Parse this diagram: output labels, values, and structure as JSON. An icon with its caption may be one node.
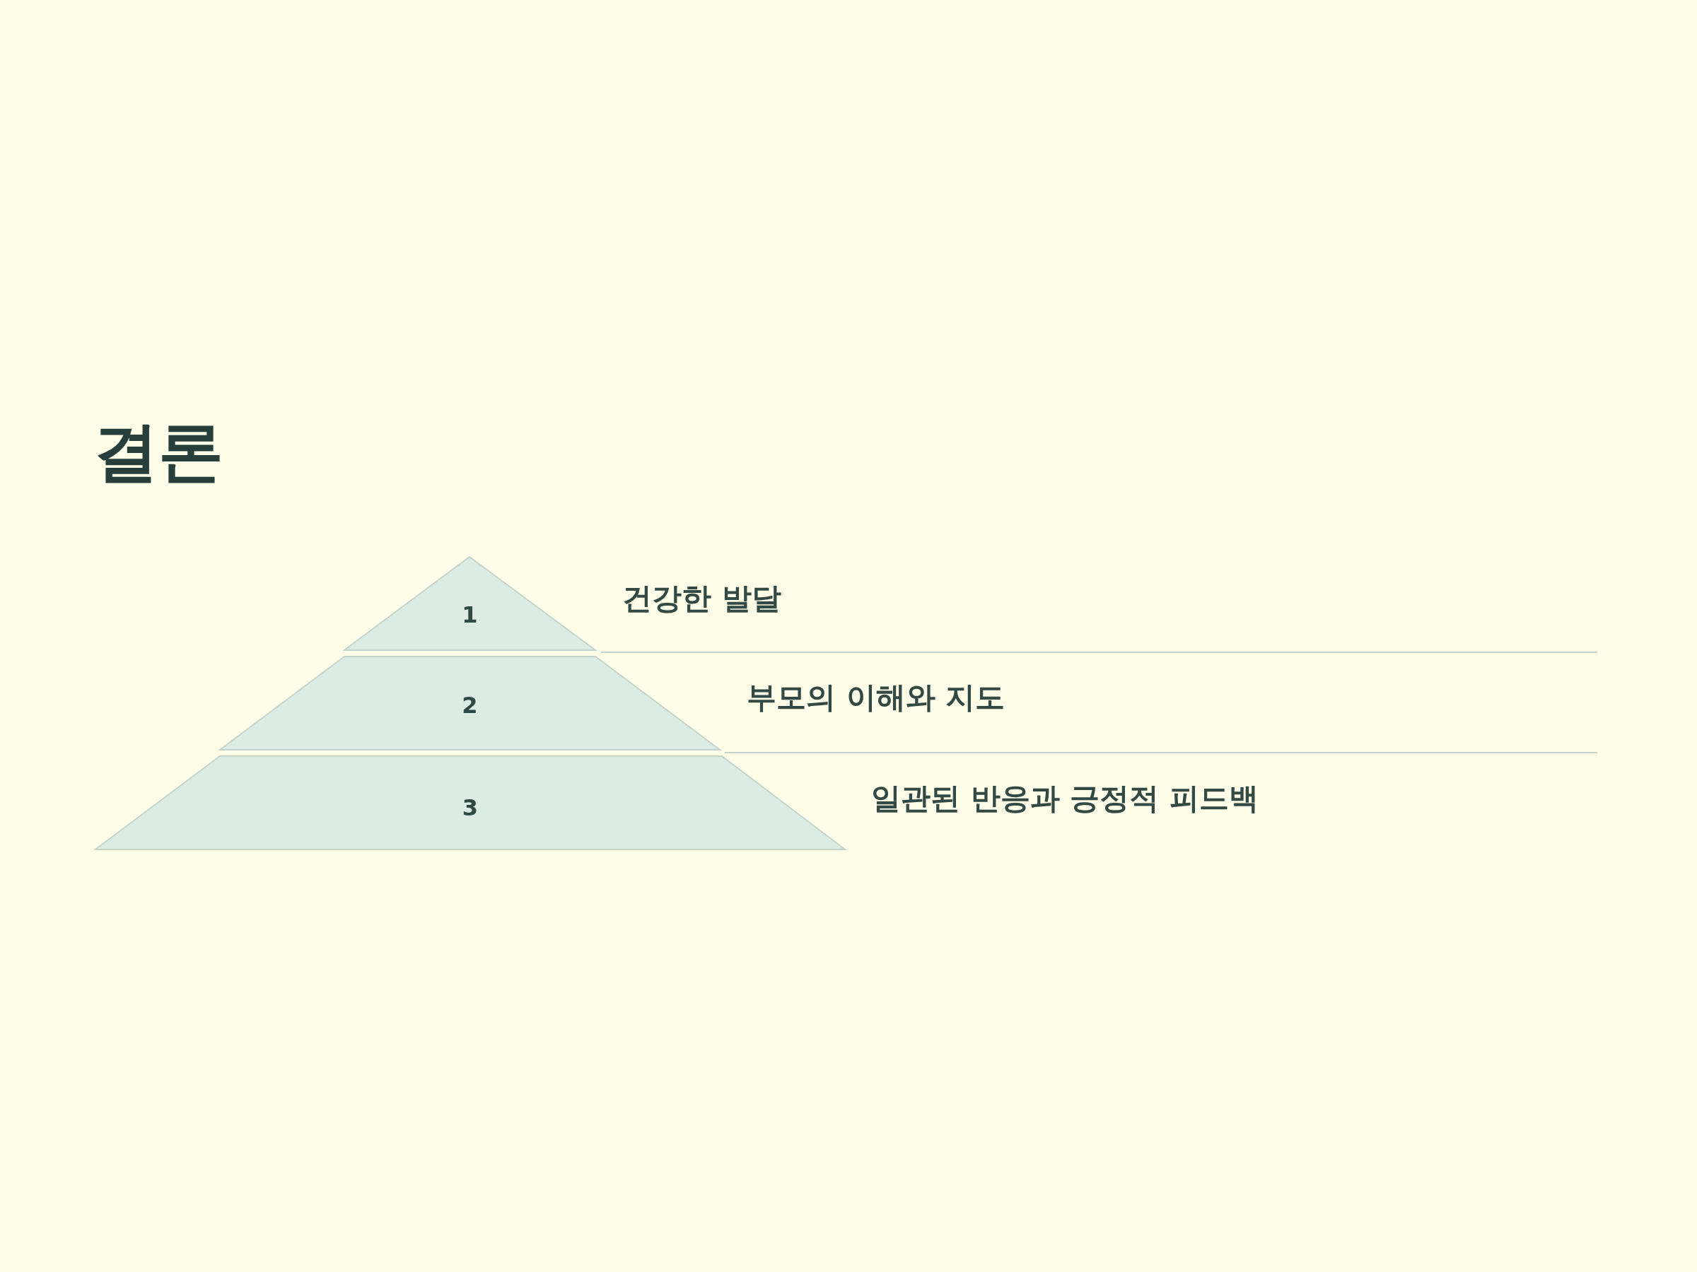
{
  "diagram": {
    "title": "결론",
    "nodes": [
      {
        "text": [
          "1"
        ],
        "beside": [
          "건강한 발달"
        ]
      },
      {
        "text": [
          "2"
        ],
        "beside": [
          "부모의 이해와 지도"
        ]
      },
      {
        "text": [
          "3"
        ],
        "beside": [
          "일관된 반응과 긍정적 피드백"
        ]
      }
    ]
  }
}
